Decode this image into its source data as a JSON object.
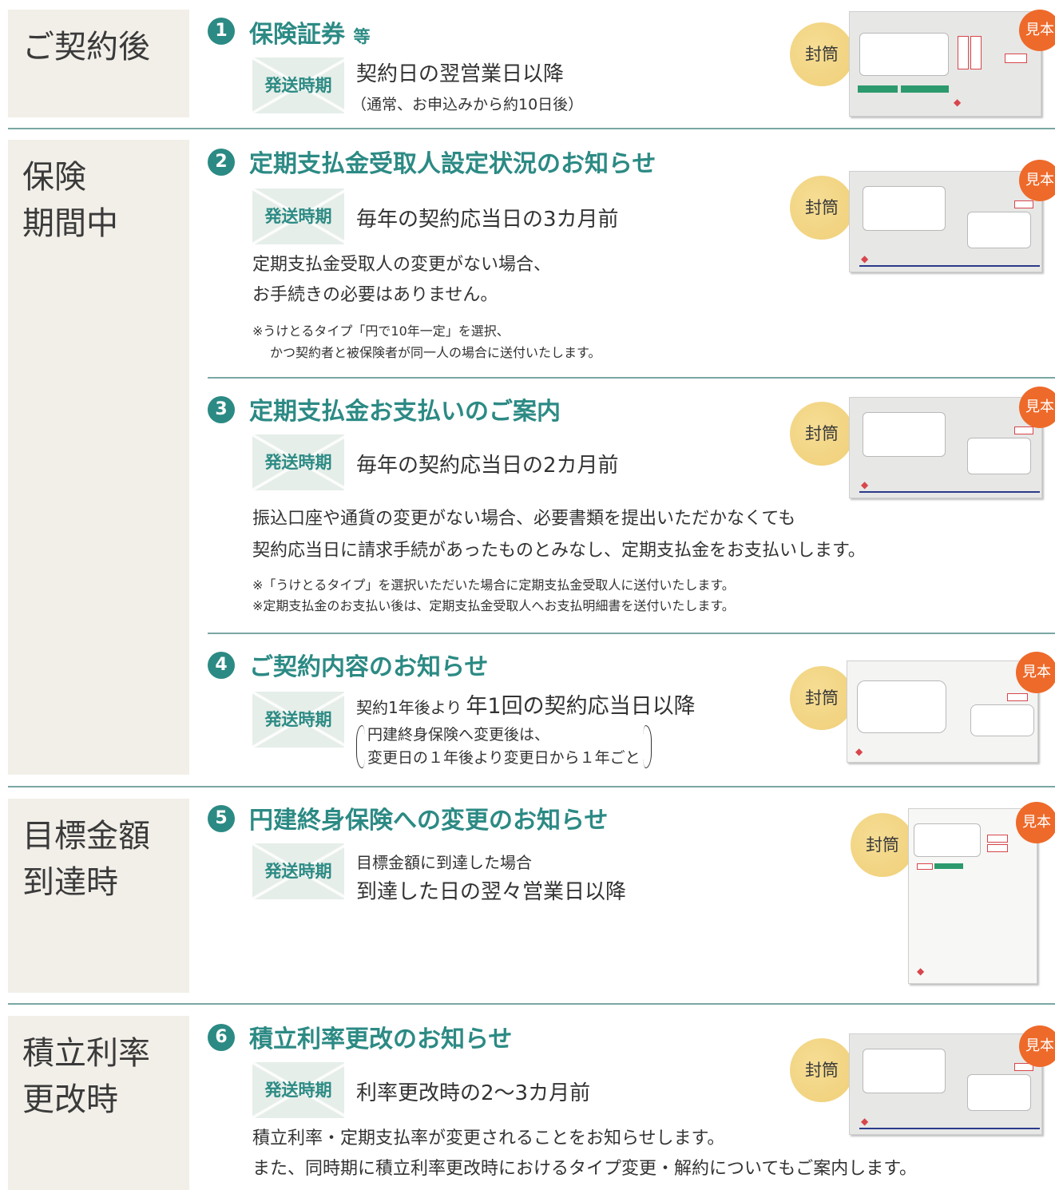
{
  "sections": {
    "after_contract": "ご契約後",
    "during_period": "保険\n期間中",
    "target_reached": "目標金額\n到達時",
    "rate_revision": "積立利率\n更改時"
  },
  "common": {
    "send_timing": "発送時期",
    "envelope": "封筒",
    "sample": "見本"
  },
  "items": [
    {
      "num": "1",
      "title": "保険証券",
      "title_suffix": "等",
      "timing": "契約日の翌営業日以降",
      "timing_sub": "（通常、お申込みから約10日後）"
    },
    {
      "num": "2",
      "title": "定期支払金受取人設定状況のお知らせ",
      "timing": "毎年の契約応当日の3カ月前",
      "body": [
        "定期支払金受取人の変更がない場合、",
        "お手続きの必要はありません。"
      ],
      "notes": [
        "※うけとるタイプ「円で10年一定」を選択、",
        "かつ契約者と被保険者が同一人の場合に送付いたします。"
      ]
    },
    {
      "num": "3",
      "title": "定期支払金お支払いのご案内",
      "timing": "毎年の契約応当日の2カ月前",
      "body": [
        "振込口座や通貨の変更がない場合、必要書類を提出いただかなくても",
        "契約応当日に請求手続があったものとみなし、定期支払金をお支払いします。"
      ],
      "notes": [
        "※「うけとるタイプ」を選択いただいた場合に定期支払金受取人に送付いたします。",
        "※定期支払金のお支払い後は、定期支払金受取人へお支払明細書を送付いたします。"
      ]
    },
    {
      "num": "4",
      "title": "ご契約内容のお知らせ",
      "timing_pre": "契約1年後より",
      "timing": "年1回の契約応当日以降",
      "paren": [
        "円建終身保険へ変更後は、",
        "変更日の１年後より変更日から１年ごと"
      ]
    },
    {
      "num": "5",
      "title": "円建終身保険への変更のお知らせ",
      "timing_pre": "目標金額に到達した場合",
      "timing": "到達した日の翌々営業日以降"
    },
    {
      "num": "6",
      "title": "積立利率更改のお知らせ",
      "timing": "利率更改時の2〜3カ月前",
      "body": [
        "積立利率・定期支払率が変更されることをお知らせします。",
        "また、同時期に積立利率更改時におけるタイプ変更・解約についてもご案内します。"
      ]
    }
  ]
}
